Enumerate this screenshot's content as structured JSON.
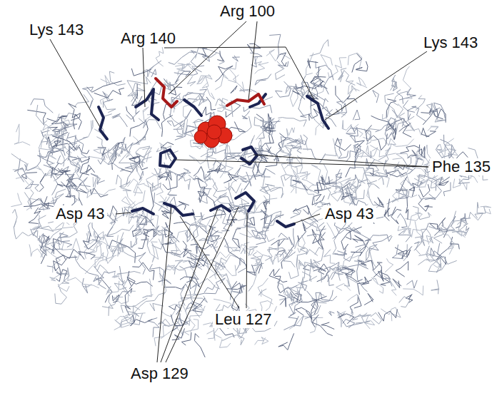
{
  "diagram": {
    "labels": [
      "Arg 100",
      "Lys 143",
      "Arg 140",
      "Lys 143",
      "Phe 135",
      "Asp 43",
      "Asp 43",
      "Leu 127",
      "Asp 129"
    ]
  }
}
